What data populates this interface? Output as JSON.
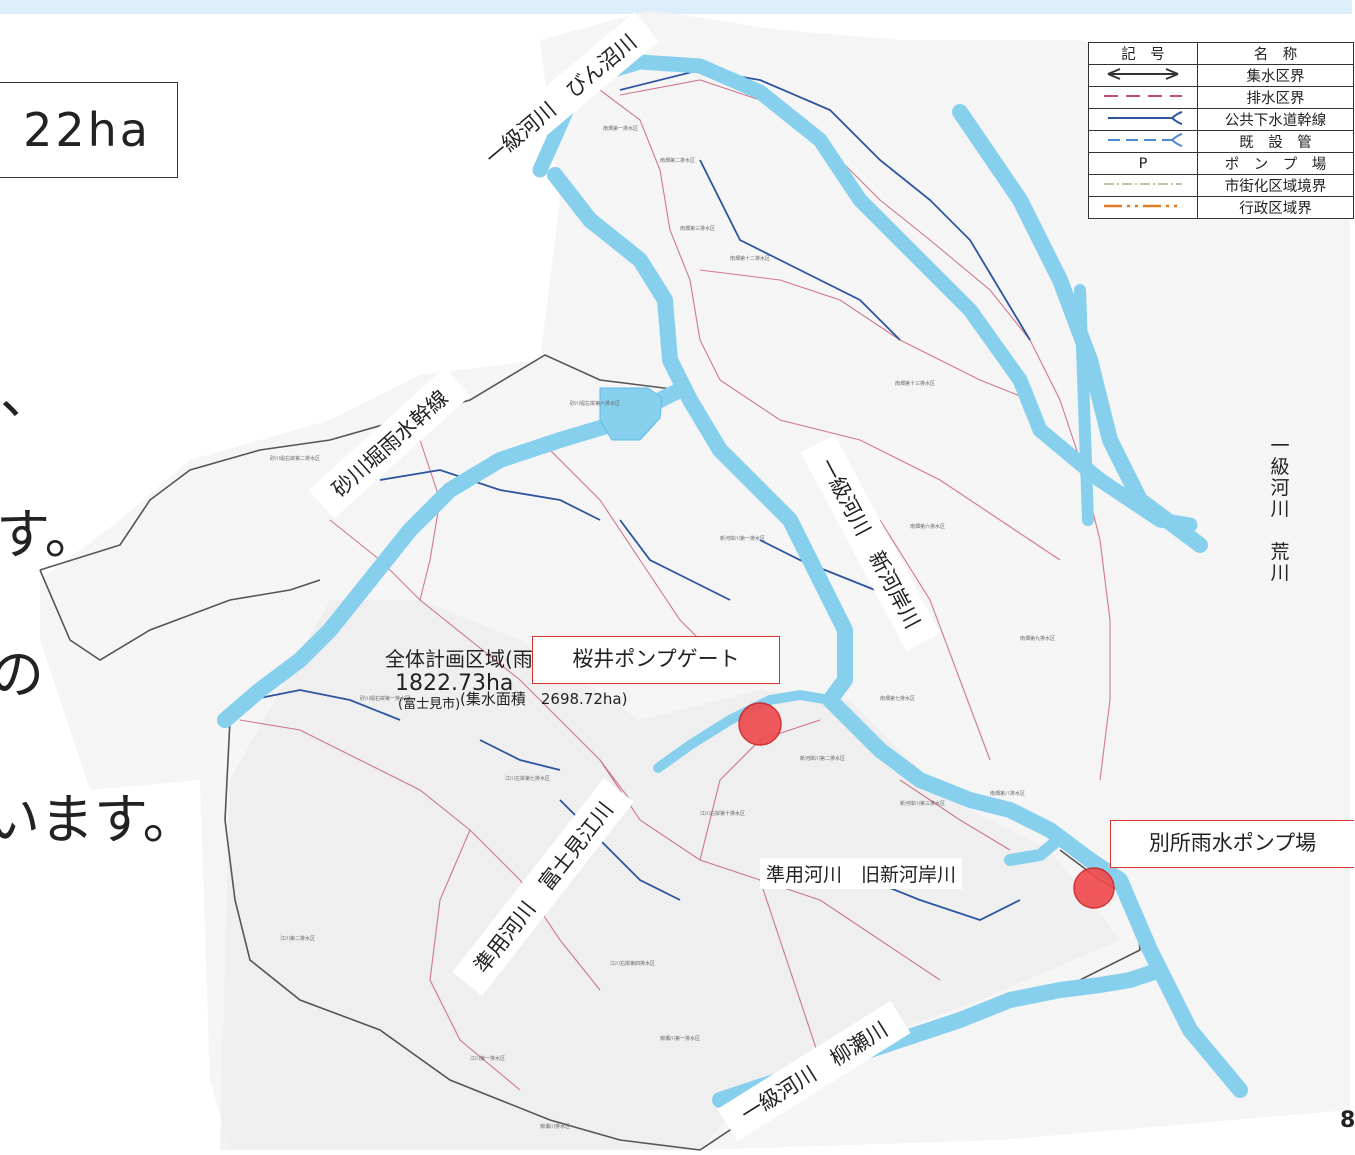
{
  "header": {
    "area_total": "22ha"
  },
  "left_text": {
    "line1": "、",
    "line2": "す。",
    "line3": "の",
    "line4": "います。"
  },
  "legend": {
    "header_symbol": "記　号",
    "header_name": "名　称",
    "rows": [
      {
        "name": "集水区界",
        "icon": "catchment-boundary-icon",
        "color": "#333333"
      },
      {
        "name": "排水区界",
        "icon": "drainage-boundary-icon",
        "color": "#c0506a"
      },
      {
        "name": "公共下水道幹線",
        "icon": "trunk-sewer-icon",
        "color": "#2c55a0"
      },
      {
        "name": "既　設　管",
        "icon": "existing-pipe-icon",
        "color": "#4a8ad6"
      },
      {
        "name": "ポ　ン　プ　場",
        "icon": "pump-station-icon",
        "symbol": "P"
      },
      {
        "name": "市街化区域境界",
        "icon": "urbanization-boundary-icon",
        "color": "#a8b08a"
      },
      {
        "name": "行政区域界",
        "icon": "admin-boundary-icon",
        "color": "#e07a20"
      }
    ]
  },
  "map_labels": {
    "binnuma": "一級河川　びん沼川",
    "sunagawabori": "砂川堀雨水幹線",
    "shingashi": "一級河川　新河岸川",
    "arakawa_1": "一",
    "arakawa_2": "級",
    "arakawa_3": "河",
    "arakawa_4": "川",
    "arakawa_5": "荒",
    "arakawa_6": "川",
    "sakurai": "桜井ポンプゲート",
    "bessho": "別所雨水ポンプ場",
    "fujimie": "準用河川　富士見江川",
    "kyushingashi": "準用河川　旧新河岸川",
    "yanase": "一級河川　柳瀬川",
    "plan_area_title": "全体計画区域(雨水",
    "plan_area_value": "1822.73ha",
    "plan_area_city": "(富士見市)",
    "catchment_area": "(集水面積　2698.72ha)"
  },
  "page_number": "8",
  "colors": {
    "river": "#86d0ee",
    "river_stroke": "#5fbde6",
    "pump_marker": "#f0484a",
    "drainage": "#c0506a",
    "trunk": "#2c55a0"
  }
}
